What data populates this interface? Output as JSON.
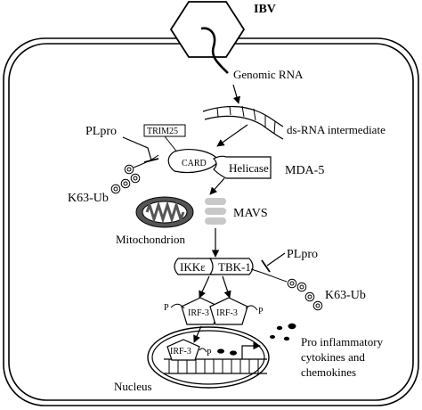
{
  "labels": {
    "virus": "IBV",
    "genomic_rna": "Genomic RNA",
    "ds_rna": "ds-RNA intermediate",
    "plpro_top": "PLpro",
    "trim25": "TRIM25",
    "card": "CARD",
    "helicase": "Helicase",
    "mda5": "MDA-5",
    "k63_ub_left": "K63-Ub",
    "mavs": "MAVS",
    "mitochondrion": "Mitochondrion",
    "plpro_right": "PLpro",
    "ikk": "IKKε",
    "tbk1": "TBK-1",
    "k63_ub_right": "K63-Ub",
    "p_left": "P",
    "irf3_left": "IRF-3",
    "irf3_right": "IRF-3",
    "p_right": "P",
    "irf3_nucleus": "IRF-3",
    "p_nucleus": "P",
    "cytokines_line1": "Pro inflammatory",
    "cytokines_line2": "cytokines and",
    "cytokines_line3": "chemokines",
    "nucleus": "Nucleus"
  }
}
